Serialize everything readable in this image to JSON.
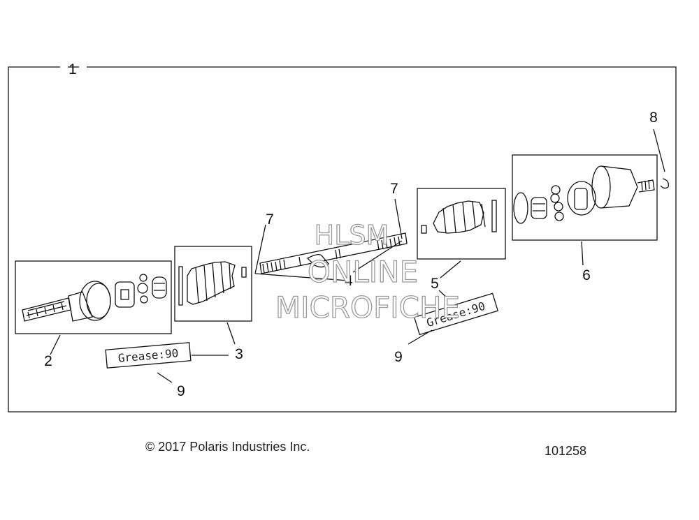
{
  "callouts": {
    "c1": "1",
    "c2": "2",
    "c3": "3",
    "c4": "4",
    "c5": "5",
    "c6": "6",
    "c7a": "7",
    "c7b": "7",
    "c8": "8",
    "c9a": "9",
    "c9b": "9"
  },
  "grease_tag": "Grease:90",
  "watermark": {
    "line1": "HLSM",
    "line2": "ONLINE",
    "line3": "MICROFICHE"
  },
  "footer": {
    "copyright": "© 2017 Polaris Industries Inc.",
    "figure_number": "101258"
  }
}
